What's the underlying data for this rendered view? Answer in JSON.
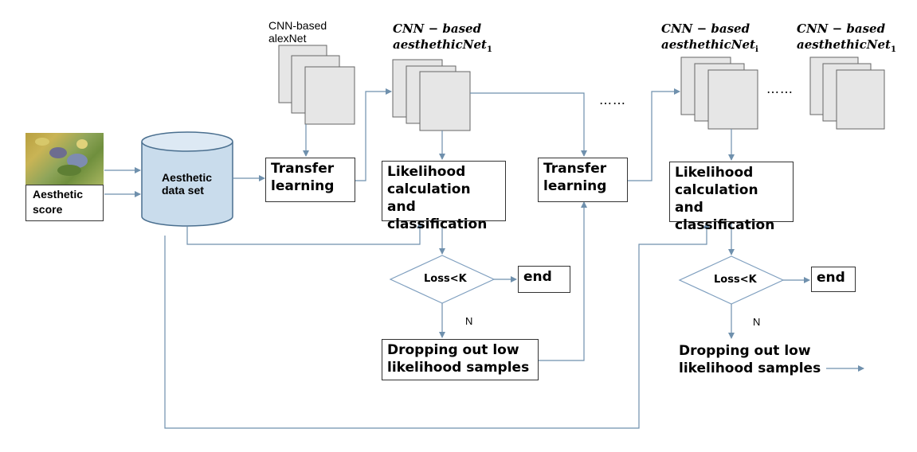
{
  "diagram": {
    "aesthetic_score": "Aesthetic\nscore",
    "dataset": "Aesthetic\ndata set",
    "alexnet_label": "CNN-based\nalexNet",
    "net1_line1": "CNN − based",
    "net1_line2": "aesthethicNet",
    "net1_sub": "1",
    "neti_line1": "CNN − based",
    "neti_line2": "aesthethicNet",
    "neti_sub": "i",
    "netn_line1": "CNN − based",
    "netn_line2": "aesthethicNet",
    "netn_sub": "1",
    "transfer1": "Transfer\nlearning",
    "transfer2": "Transfer\nlearning",
    "likelihood1": "Likelihood\ncalculation and\nclassification",
    "likelihood2": "Likelihood\ncalculation and\nclassification",
    "decision1": "Loss<K",
    "decision2": "Loss<K",
    "end1": "end",
    "end2": "end",
    "n1": "N",
    "n2": "N",
    "dropping1": "Dropping out low\nlikelihood samples",
    "dropping2": "Dropping out low\nlikelihood samples",
    "ellipsis1": "……",
    "ellipsis2": "……"
  },
  "colors": {
    "arrow": "#6f90ad",
    "stack_fill": "#e6e6e6",
    "cylinder_fill": "#c9dcec"
  }
}
